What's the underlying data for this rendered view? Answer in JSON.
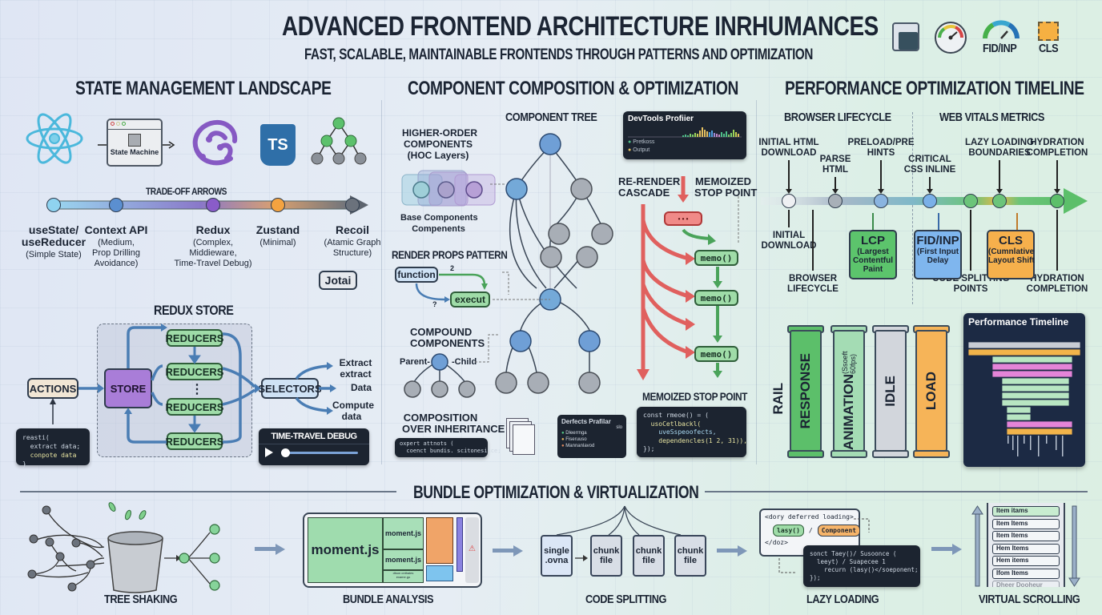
{
  "header": {
    "title": "ADVANCED FRONTEND ARCHITECTURE INRHUMANCES",
    "subtitle": "FAST, SCALABLE, MAINTAINABLE FRONTENDS THROUGH PATTERNS AND OPTIMIZATION",
    "icons": [
      {
        "name": "lcp-window-icon",
        "label": ""
      },
      {
        "name": "speed-gauge-icon",
        "label": ""
      },
      {
        "name": "fid-inp-gauge-icon",
        "label": "FID/INP"
      },
      {
        "name": "cls-box-icon",
        "label": "CLS"
      }
    ]
  },
  "state": {
    "title": "STATE MANAGEMENT LANDSCAPE",
    "state_machine_label": "State Machine",
    "ts_label": "TS",
    "tradeoff_label": "TRADE-OFF ARROWS",
    "colors": [
      "#8fd3f0",
      "#5b8fd0",
      "#8a5cc9",
      "#f4a340",
      "#6b727c"
    ],
    "libraries": [
      {
        "name": "useState/\nuseReducer",
        "desc": "(Simple State)"
      },
      {
        "name": "Context API",
        "desc": "(Medium,\nProp Drilling\nAvoidance)"
      },
      {
        "name": "Redux",
        "desc": "(Complex,\nMiddieware,\nTime-Travel Debug)"
      },
      {
        "name": "Zustand",
        "desc": "(Minimal)"
      },
      {
        "name": "Recoil",
        "desc": "(Atamic Graph\nStructure)"
      }
    ],
    "jotai": "Jotai",
    "redux_store": {
      "title": "REDUX STORE",
      "actions": "ACTIONS",
      "store": "STORE",
      "reducers": [
        "REDUCERS",
        "REDUCERS",
        "REDUCERS",
        "REDUCERS"
      ],
      "ellipsis": "⋮",
      "selectors": "SELECTORS",
      "outputs": [
        "Extract\nextract",
        "Data",
        "Compute\ndata"
      ],
      "code": [
        "reasti(",
        "  extract data;",
        "  conpote data",
        "}"
      ],
      "time_travel": "TIME-TRAVEL DEBUG",
      "time_travel_progress": 0.05
    }
  },
  "component": {
    "title": "COMPONENT COMPOSITION & OPTIMIZATION",
    "tree_title": "COMPONENT TREE",
    "hoc_title": "HIGHER-ORDER\nCOMPONENTS\n(HOC Layers)",
    "hoc_base": "Base Components\nCompenents",
    "render_props_title": "RENDER PROPS PATTERN",
    "render_function": "function",
    "render_execut": "execut",
    "render_num1": "2",
    "render_num2": "?",
    "compound_title": "COMPOUND\nCOMPONENTS",
    "parent_label": "Parent-",
    "child_label": "-Child",
    "composition_title": "COMPOSITION\nOVER INHERITANCE",
    "composition_code": [
      "oxpert attnots (",
      "  coenct bundis. scitonesitce;"
    ],
    "devtools": {
      "title": "DevTools Profiier",
      "legend": [
        "Pretkoss",
        "Output"
      ]
    },
    "devtools2": {
      "title": "Derfects Prafilar",
      "badge": "slo",
      "legend": [
        "Dleerrnga",
        "Fiseruuso",
        "Mannanlavod"
      ]
    },
    "rerender_title": "RE-RENDER\nCASCADE",
    "memo_title": "MEMOIZED\nSTOP POINT",
    "ellipsis_box": "• • •",
    "memo_labels": [
      "memo()",
      "memo()",
      "memo()"
    ],
    "memo_bottom_title": "MEMOIZED STOP POINT",
    "memo_code": [
      "const rmeoe() = (",
      "  usoCetlbackl(",
      "    uveSspeoofects,",
      "    dependencles(1 2, 31)),",
      "});"
    ]
  },
  "performance": {
    "title": "PERFORMANCE OPTIMIZATION TIMELINE",
    "browser_lifecycle": "BROWSER LIFECYCLE",
    "web_vitals": "WEB VITALS METRICS",
    "top_labels": [
      "INITIAL HTML\nDOWNLOAD",
      "PARSE\nHTML",
      "PRELOAD/PRE\nHINTS",
      "CRITICAL\nCSS INLINE",
      "LAZY LOADING\nBOUNDARIES",
      "HYDRATION\nCOMPLETION"
    ],
    "bottom_labels": [
      "INITIAL\nDOWNLOAD",
      "BROWSER\nLIFECYCLE",
      "CODE SPLITTING\nPOINTS",
      "HYDRATION\nCOMPLETION"
    ],
    "metrics": [
      {
        "name": "LCP",
        "desc": "(Largest\nContentful\nPaint",
        "color": "#5cc46c"
      },
      {
        "name": "FID/INP",
        "desc": "(First Input\nDelay",
        "color": "#7fb6ee"
      },
      {
        "name": "CLS",
        "desc": "(Cumnlative\nLayout Shift",
        "color": "#f6b04c"
      }
    ],
    "rail_label": "RAIL",
    "rail": [
      {
        "label": "RESPONSE",
        "sub": "",
        "color": "#5cbf6a"
      },
      {
        "label": "ANIMATION",
        "sub": "(Ssoeft 60fps)",
        "color": "#a4dcb4"
      },
      {
        "label": "IDLE",
        "sub": "",
        "color": "#d2d6dc"
      },
      {
        "label": "LOAD",
        "sub": "",
        "color": "#f6b458"
      }
    ],
    "perf_timeline_title": "Performance Timeline"
  },
  "bundle": {
    "title": "BUNDLE OPTIMIZATION & VIRTUALIZATION",
    "sections": [
      "TREE SHAKING",
      "BUNDLE ANALYSIS",
      "CODE SPLITTING",
      "LAZY LOADING",
      "VIRTUAL SCROLLING"
    ],
    "treemap": {
      "main": "moment.js",
      "second": "moment.js",
      "third": "moment.js",
      "small": "dlson onthales\nexame.go"
    },
    "single_file": "single\n.ovna",
    "chunk_files": [
      "chunk\nfile",
      "chunk\nfile",
      "chunk\nfile"
    ],
    "lazy": {
      "open_tag": "<dory deferred loading>",
      "lazy_btn": "lasy()",
      "slash": "/",
      "component_btn": "Component",
      "close_tag": "</doz>",
      "code": [
        "sonct Taey()/ Susoonce (",
        "  leeyt) / Suapecee 1",
        "    recurn (lasy()</soeponent;",
        "});"
      ]
    },
    "virtual_items": [
      "Item itams",
      "Item Items",
      "Item Items",
      "Hem Items",
      "Hem items",
      "Ifom Items",
      "Dheer Dooheur"
    ]
  }
}
